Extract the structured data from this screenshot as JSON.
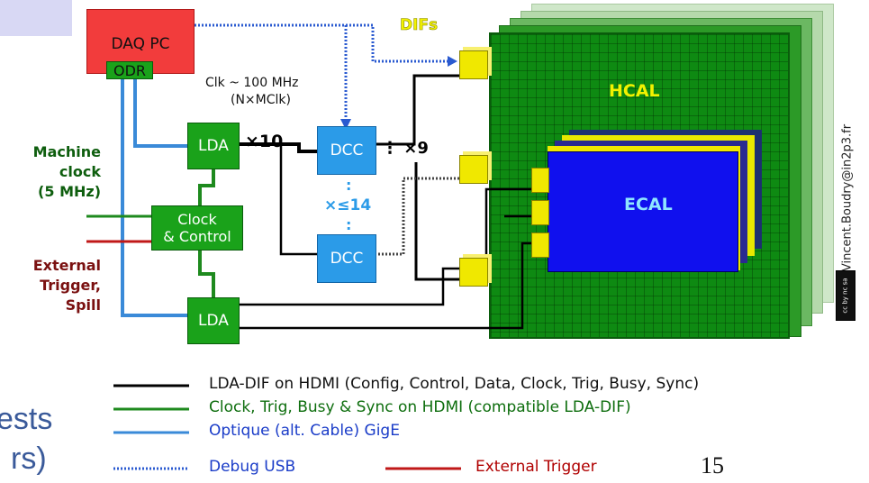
{
  "colors": {
    "green_box": "#1aa21a",
    "dark_green": "#0e7a0e",
    "blue_box": "#2b9be8",
    "red_box": "#f23c3c",
    "ecal_blue": "#1010ee",
    "dif_yellow": "#f0e800",
    "hcal_green": "#0e8a12",
    "wire_black": "#000000",
    "wire_green": "#1e8a1e",
    "wire_blue": "#3a8ad8",
    "wire_red": "#c01818",
    "legend_blue": "#1a3cc8",
    "legend_green": "#0e6e0e",
    "legend_red": "#b00000",
    "text_darkred": "#7a1010",
    "side_label_green": "#0e5e0e"
  },
  "boxes": {
    "daq_pc": "DAQ PC",
    "odr": "ODR",
    "lda_top": "LDA",
    "lda_bottom": "LDA",
    "clock_control": "Clock\n& Control",
    "dcc_top": "DCC",
    "dcc_bottom": "DCC",
    "hcal": "HCAL",
    "ecal": "ECAL"
  },
  "labels": {
    "difs": "DIFs",
    "clk": "Clk ~ 100 MHz",
    "clk_n": "(N×MClk)",
    "x10": "×10",
    "x9": "⋮ ×9",
    "x14": "×≤14",
    "machine_clock": "Machine\nclock\n(5 MHz)",
    "external_trigger": "External\nTrigger,\nSpill",
    "credit": "Vincent.Boudry@in2p3.fr",
    "cc_badge": "cc by nc sa"
  },
  "legend": [
    {
      "text": "LDA-DIF on HDMI (Config, Control, Data, Clock, Trig, Busy, Sync)",
      "style": "black"
    },
    {
      "text": "Clock, Trig, Busy & Sync on HDMI (compatible LDA-DIF)",
      "style": "green"
    },
    {
      "text": "Optique (alt. Cable) GigE",
      "style": "blue"
    },
    {
      "text": "Debug USB",
      "style": "dotted"
    },
    {
      "text": "External Trigger",
      "style": "red"
    }
  ],
  "background_fragments": {
    "left_text_1": "ests",
    "left_text_2": "rs)"
  },
  "page_number": "15"
}
